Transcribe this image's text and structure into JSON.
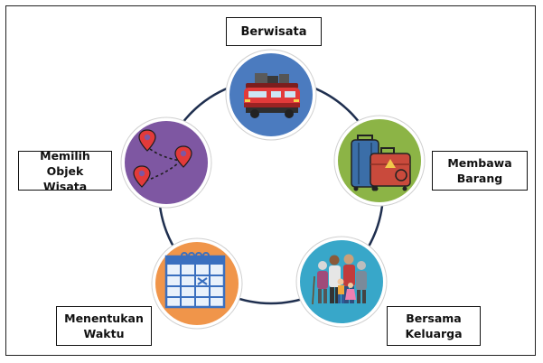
{
  "diagram": {
    "nodes": [
      {
        "id": "travel",
        "label": "Berwisata",
        "icon": "bus-icon",
        "color": "#4b7bbf"
      },
      {
        "id": "luggage",
        "label": "Membawa\nBarang",
        "icon": "luggage-icon",
        "color": "#8cb446"
      },
      {
        "id": "family",
        "label": "Bersama\nKeluarga",
        "icon": "family-icon",
        "color": "#38a7c9"
      },
      {
        "id": "time",
        "label": "Menentukan\nWaktu",
        "icon": "calendar-icon",
        "color": "#f0954a"
      },
      {
        "id": "place",
        "label": "Memilih\nObjek Wisata",
        "icon": "map-pins-icon",
        "color": "#7e57a2"
      }
    ],
    "ring_color": "#1f2f4f"
  }
}
